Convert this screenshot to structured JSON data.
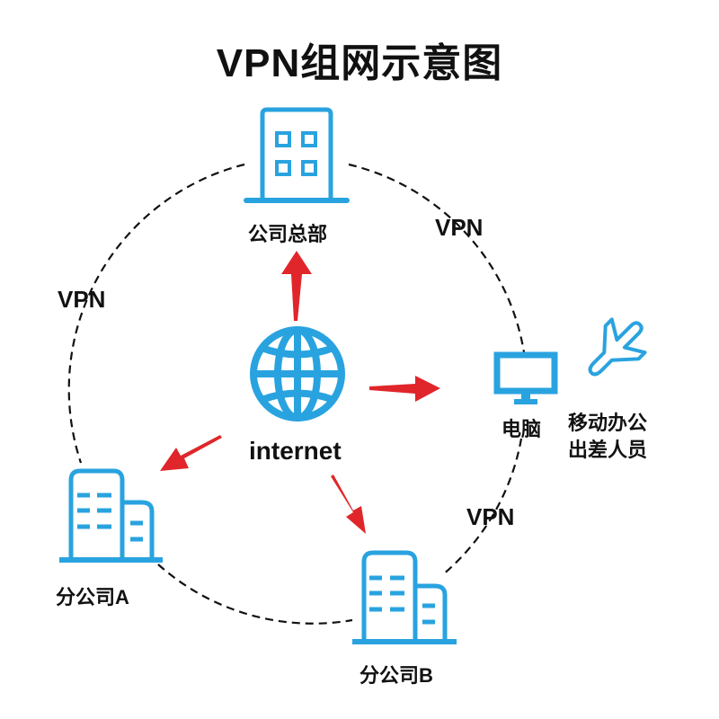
{
  "title": "VPN组网示意图",
  "colors": {
    "icon_blue": "#29A3DF",
    "arrow_red": "#E0262A",
    "text": "#111111",
    "dashed_line": "#111111"
  },
  "center": {
    "label": "internet",
    "icon": "globe-icon"
  },
  "nodes": [
    {
      "id": "hq",
      "label": "公司总部",
      "icon": "office-building-icon"
    },
    {
      "id": "pc",
      "label": "电脑",
      "icon": "monitor-icon"
    },
    {
      "id": "branch_a",
      "label": "分公司A",
      "icon": "branch-building-icon"
    },
    {
      "id": "branch_b",
      "label": "分公司B",
      "icon": "branch-building-icon"
    }
  ],
  "mobile": {
    "line1": "移动办公",
    "line2": "出差人员",
    "icon": "airplane-icon"
  },
  "vpn_labels": [
    "VPN",
    "VPN",
    "VPN"
  ],
  "connections": [
    {
      "from": "internet",
      "to": "公司总部"
    },
    {
      "from": "internet",
      "to": "电脑"
    },
    {
      "from": "internet",
      "to": "分公司A"
    },
    {
      "from": "internet",
      "to": "分公司B"
    }
  ]
}
